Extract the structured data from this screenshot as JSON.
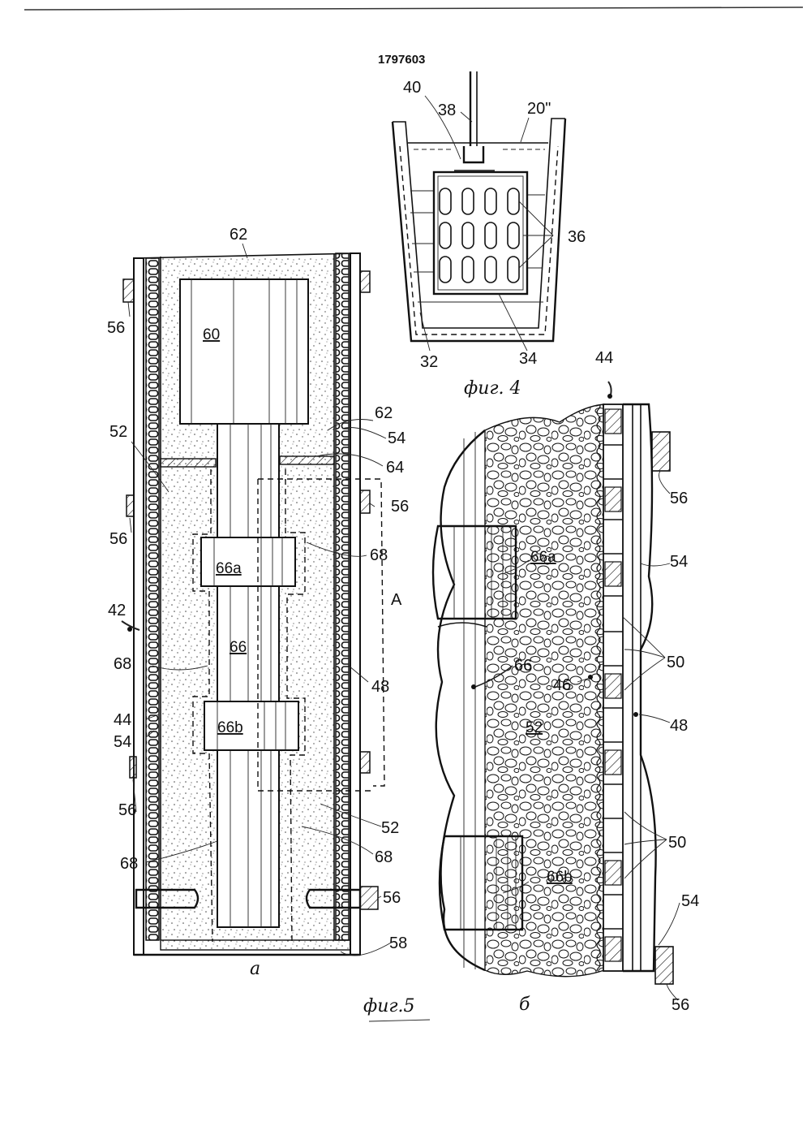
{
  "patent_number": "1797603",
  "fig4": {
    "caption": "фиг. 4",
    "labels": {
      "l40": "40",
      "l38": "38",
      "l20": "20\"",
      "l36": "36",
      "l32": "32",
      "l34": "34"
    }
  },
  "fig5": {
    "caption": "фиг.5",
    "panel_a": "a",
    "panel_b": "б",
    "left_labels": {
      "l62top": "62",
      "l60": "60",
      "l56a": "56",
      "l52a": "52",
      "l62b": "62",
      "l54a": "54",
      "l64": "64",
      "l56b": "56",
      "l56c": "56",
      "l68a": "68",
      "l66a": "66a",
      "lA": "A",
      "l42": "42",
      "l66": "66",
      "l68b": "68",
      "l48a": "48",
      "l44a": "44",
      "l54b": "54",
      "l66b": "66b",
      "l56d": "56",
      "l52b": "52",
      "l68c": "68",
      "l68d": "68",
      "l56e": "56",
      "l58": "58"
    },
    "right_labels": {
      "l44": "44",
      "l56a": "56",
      "l66a": "66a",
      "l54a": "54",
      "l50a": "50",
      "l66": "66",
      "l46": "46",
      "l52": "52",
      "l48": "48",
      "l50b": "50",
      "l66b": "66b",
      "l54b": "54",
      "l56b": "56"
    }
  }
}
